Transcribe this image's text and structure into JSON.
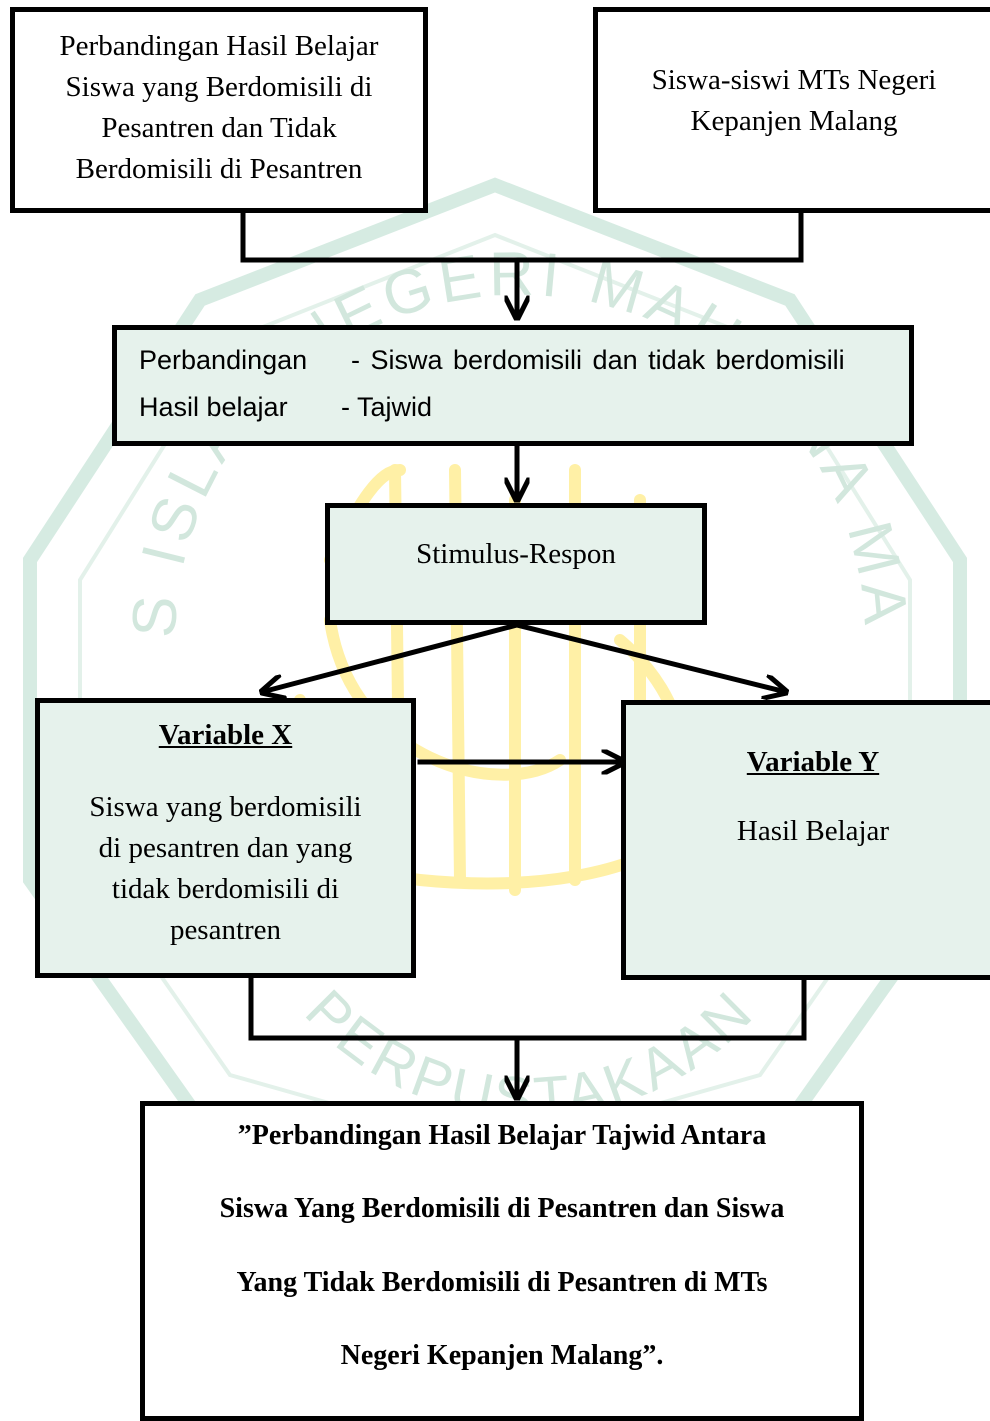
{
  "watermark": {
    "arc_text": "UNIVERSITAS ISLAM NEGERI MAULANA MALIK IBRAHIM",
    "bottom_text": "PERPUSTAKAAN",
    "colors": {
      "green": "#d6ebe2",
      "gold": "#fff3b0"
    }
  },
  "boxes": {
    "topic": {
      "lines": [
        "Perbandingan Hasil Belajar",
        "Siswa yang Berdomisili di",
        "Pesantren dan Tidak",
        "Berdomisili di Pesantren"
      ]
    },
    "subjects": {
      "lines": [
        "Siswa-siswi MTs Negeri",
        "Kepanjen Malang"
      ]
    },
    "comparison": {
      "left_col": [
        "Perbandingan",
        "Hasil belajar"
      ],
      "right_col": [
        "- Siswa berdomisili dan tidak berdomisili",
        "- Tajwid"
      ]
    },
    "theory": {
      "label": "Stimulus-Respon"
    },
    "variable_x": {
      "heading": "Variable X",
      "lines": [
        "Siswa yang berdomisili",
        "di pesantren dan yang",
        "tidak berdomisili di",
        "pesantren"
      ]
    },
    "variable_y": {
      "heading": "Variable Y",
      "lines": [
        "Hasil Belajar"
      ]
    },
    "title": {
      "lines": [
        "”Perbandingan Hasil Belajar Tajwid Antara",
        "Siswa Yang Berdomisili di Pesantren dan Siswa",
        "Yang Tidak Berdomisili di Pesantren di MTs",
        "Negeri Kepanjen Malang”."
      ]
    }
  },
  "colors": {
    "tint": "#e6f2ec",
    "stroke": "#000000"
  }
}
